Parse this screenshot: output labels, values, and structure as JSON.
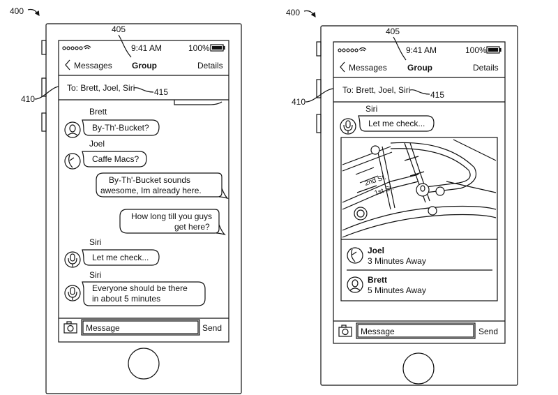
{
  "figure_ref": "400",
  "status_ref": "405",
  "header_ref": "410",
  "recipients_ref": "415",
  "status_bar": {
    "time": "9:41 AM",
    "battery": "100%"
  },
  "nav": {
    "back_label": "Messages",
    "title": "Group",
    "details_label": "Details"
  },
  "recipients": "To: Brett, Joel, Siri",
  "left_phone": {
    "messages": [
      {
        "sender": "Brett",
        "lines": [
          "By-Th'-Bucket?"
        ]
      },
      {
        "sender": "Joel",
        "lines": [
          "Caffe Macs?"
        ]
      },
      {
        "sender": "",
        "lines": [
          "By-Th'-Bucket sounds",
          "awesome, Im already here."
        ]
      },
      {
        "sender": "",
        "lines": [
          "How long till you guys",
          "get here?"
        ]
      },
      {
        "sender": "Siri",
        "lines": [
          "Let me check..."
        ]
      },
      {
        "sender": "Siri",
        "lines": [
          "Everyone should be there",
          "in about 5 minutes"
        ]
      }
    ]
  },
  "right_phone": {
    "siri_sender": "Siri",
    "siri_message": "Let me check...",
    "map": {
      "street_1": "2nd St.",
      "street_2": "1st St."
    },
    "eta_list": [
      {
        "name": "Joel",
        "eta": "3 Minutes Away"
      },
      {
        "name": "Brett",
        "eta": "5 Minutes Away"
      }
    ]
  },
  "compose": {
    "placeholder": "Message",
    "send_label": "Send"
  }
}
